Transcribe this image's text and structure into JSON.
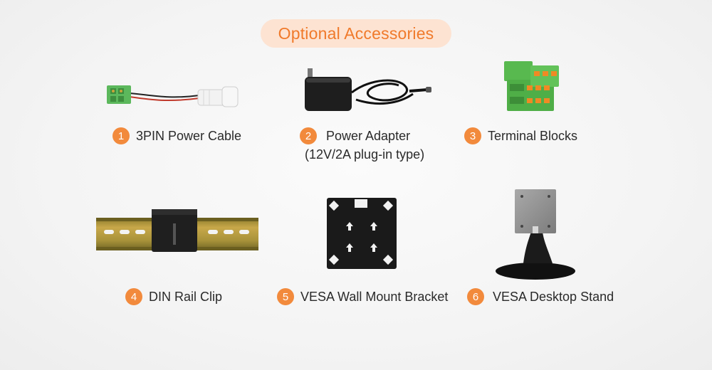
{
  "title": "Optional Accessories",
  "accessories": [
    {
      "number": "1",
      "name": "3PIN Power Cable",
      "icon": "power-cable-icon"
    },
    {
      "number": "2",
      "name": "Power Adapter",
      "detail": "(12V/2A plug-in type)",
      "icon": "power-adapter-icon"
    },
    {
      "number": "3",
      "name": "Terminal Blocks",
      "icon": "terminal-blocks-icon"
    },
    {
      "number": "4",
      "name": "DIN Rail Clip",
      "icon": "din-rail-clip-icon"
    },
    {
      "number": "5",
      "name": "VESA Wall Mount Bracket",
      "icon": "vesa-wall-bracket-icon"
    },
    {
      "number": "6",
      "name": "VESA Desktop Stand",
      "icon": "vesa-desktop-stand-icon"
    }
  ],
  "colors": {
    "accent": "#f07a2b",
    "badge": "#f28a3c",
    "pill": "#fde3d2",
    "connector_green": "#5cb85c"
  }
}
